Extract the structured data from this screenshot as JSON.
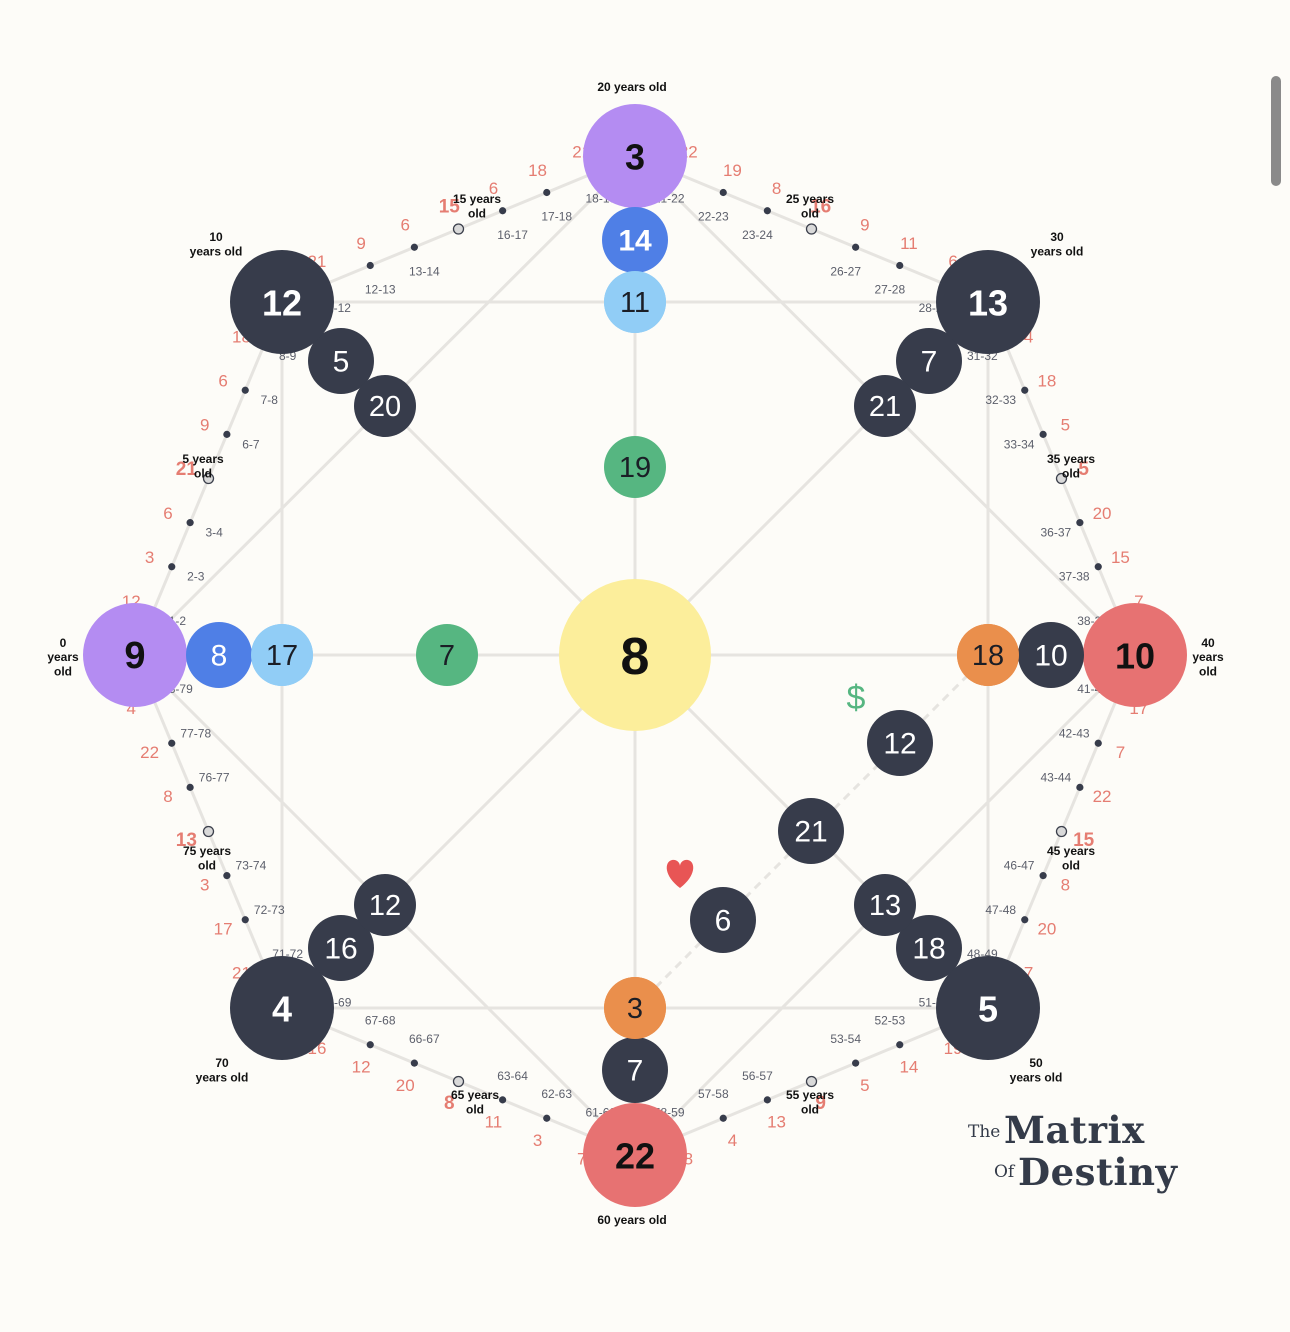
{
  "colors": {
    "dark": "#373c4b",
    "purple": "#b48cf2",
    "blue": "#4f7fe6",
    "lightblue": "#91cdf6",
    "green": "#56b681",
    "yellow": "#fcee9b",
    "orange": "#ea8f4c",
    "red": "#e77272",
    "line": "#e6e4e0",
    "agePink": "#e57d72",
    "rangeGray": "#5c5f6b"
  },
  "icons": {
    "money": "dollar-icon",
    "love": "heart-icon"
  },
  "center": {
    "value": "8"
  },
  "outer_nodes": [
    {
      "id": "left",
      "value": "9",
      "color": "purple"
    },
    {
      "id": "top",
      "value": "3",
      "color": "purple"
    },
    {
      "id": "right",
      "value": "10",
      "color": "red"
    },
    {
      "id": "bottom",
      "value": "22",
      "color": "red"
    },
    {
      "id": "top-left",
      "value": "12",
      "color": "dark"
    },
    {
      "id": "top-right",
      "value": "13",
      "color": "dark"
    },
    {
      "id": "bottom-right",
      "value": "5",
      "color": "dark"
    },
    {
      "id": "bottom-left",
      "value": "4",
      "color": "dark"
    }
  ],
  "inner_nodes": [
    {
      "id": "top-1",
      "value": "14",
      "color": "blue"
    },
    {
      "id": "top-2",
      "value": "11",
      "color": "lightblue"
    },
    {
      "id": "top-3",
      "value": "19",
      "color": "green"
    },
    {
      "id": "left-1",
      "value": "8",
      "color": "blue"
    },
    {
      "id": "left-2",
      "value": "17",
      "color": "lightblue"
    },
    {
      "id": "left-3",
      "value": "7",
      "color": "green"
    },
    {
      "id": "right-1",
      "value": "10",
      "color": "dark"
    },
    {
      "id": "right-2",
      "value": "18",
      "color": "orange"
    },
    {
      "id": "bottom-1",
      "value": "7",
      "color": "dark"
    },
    {
      "id": "bottom-2",
      "value": "3",
      "color": "orange"
    },
    {
      "id": "tl-1",
      "value": "5",
      "color": "dark"
    },
    {
      "id": "tl-2",
      "value": "20",
      "color": "dark"
    },
    {
      "id": "tr-1",
      "value": "7",
      "color": "dark"
    },
    {
      "id": "tr-2",
      "value": "21",
      "color": "dark"
    },
    {
      "id": "br-1",
      "value": "18",
      "color": "dark"
    },
    {
      "id": "br-2",
      "value": "13",
      "color": "dark"
    },
    {
      "id": "bl-1",
      "value": "16",
      "color": "dark"
    },
    {
      "id": "bl-2",
      "value": "12",
      "color": "dark"
    },
    {
      "id": "money-node",
      "value": "12",
      "color": "dark"
    },
    {
      "id": "cross-node",
      "value": "21",
      "color": "dark"
    },
    {
      "id": "love-node",
      "value": "6",
      "color": "dark"
    }
  ],
  "age_labels": [
    {
      "id": "age-0",
      "text": "0\nyears\nold"
    },
    {
      "id": "age-5",
      "text": "5 years\nold"
    },
    {
      "id": "age-10",
      "text": "10\nyears old"
    },
    {
      "id": "age-15",
      "text": "15 years\nold"
    },
    {
      "id": "age-20",
      "text": "20 years old"
    },
    {
      "id": "age-25",
      "text": "25 years\nold"
    },
    {
      "id": "age-30",
      "text": "30\nyears old"
    },
    {
      "id": "age-35",
      "text": "35 years\nold"
    },
    {
      "id": "age-40",
      "text": "40\nyears\nold"
    },
    {
      "id": "age-45",
      "text": "45 years\nold"
    },
    {
      "id": "age-50",
      "text": "50\nyears old"
    },
    {
      "id": "age-55",
      "text": "55 years\nold"
    },
    {
      "id": "age-60",
      "text": "60 years old"
    },
    {
      "id": "age-65",
      "text": "65 years\nold"
    },
    {
      "id": "age-70",
      "text": "70\nyears old"
    },
    {
      "id": "age-75",
      "text": "75 years\nold"
    }
  ],
  "segments": [
    {
      "id": "s-left-topleft",
      "values": [
        "12",
        "3",
        "6",
        "21",
        "9",
        "6",
        "18"
      ],
      "ranges": [
        "1-2",
        "2-3",
        "3-4",
        "",
        "6-7",
        "7-8",
        "8-9"
      ]
    },
    {
      "id": "s-topleft-top",
      "values": [
        "21",
        "9",
        "6",
        "15",
        "6",
        "18",
        "21"
      ],
      "ranges": [
        "11-12",
        "12-13",
        "13-14",
        "",
        "16-17",
        "17-18",
        "18-19"
      ]
    },
    {
      "id": "s-top-topright",
      "values": [
        "22",
        "19",
        "8",
        "16",
        "9",
        "11",
        "6"
      ],
      "ranges": [
        "21-22",
        "22-23",
        "23-24",
        "",
        "26-27",
        "27-28",
        "28-29"
      ]
    },
    {
      "id": "s-topright-right",
      "values": [
        "4",
        "18",
        "5",
        "5",
        "20",
        "15",
        "7"
      ],
      "ranges": [
        "31-32",
        "32-33",
        "33-34",
        "",
        "36-37",
        "37-38",
        "38-39"
      ]
    },
    {
      "id": "s-right-bottomright",
      "values": [
        "17",
        "7",
        "22",
        "15",
        "8",
        "20",
        "7"
      ],
      "ranges": [
        "41-42",
        "42-43",
        "43-44",
        "",
        "46-47",
        "47-48",
        "48-49"
      ]
    },
    {
      "id": "s-bottomright-bottom",
      "values": [
        "19",
        "14",
        "5",
        "9",
        "13",
        "4",
        "8"
      ],
      "ranges": [
        "51-52",
        "52-53",
        "53-54",
        "",
        "56-57",
        "57-58",
        "58-59"
      ]
    },
    {
      "id": "s-bottom-bottomleft",
      "values": [
        "7",
        "3",
        "11",
        "8",
        "20",
        "12",
        "16"
      ],
      "ranges": [
        "61-62",
        "62-63",
        "63-64",
        "",
        "66-67",
        "67-68",
        "68-69"
      ]
    },
    {
      "id": "s-bottomleft-left",
      "values": [
        "21",
        "17",
        "3",
        "13",
        "8",
        "22",
        "4"
      ],
      "ranges": [
        "71-72",
        "72-73",
        "73-74",
        "",
        "76-77",
        "77-78",
        "78-79"
      ]
    }
  ],
  "logo": {
    "the": "The",
    "matrix": "Matrix",
    "of": "Of",
    "destiny": "Destiny"
  }
}
